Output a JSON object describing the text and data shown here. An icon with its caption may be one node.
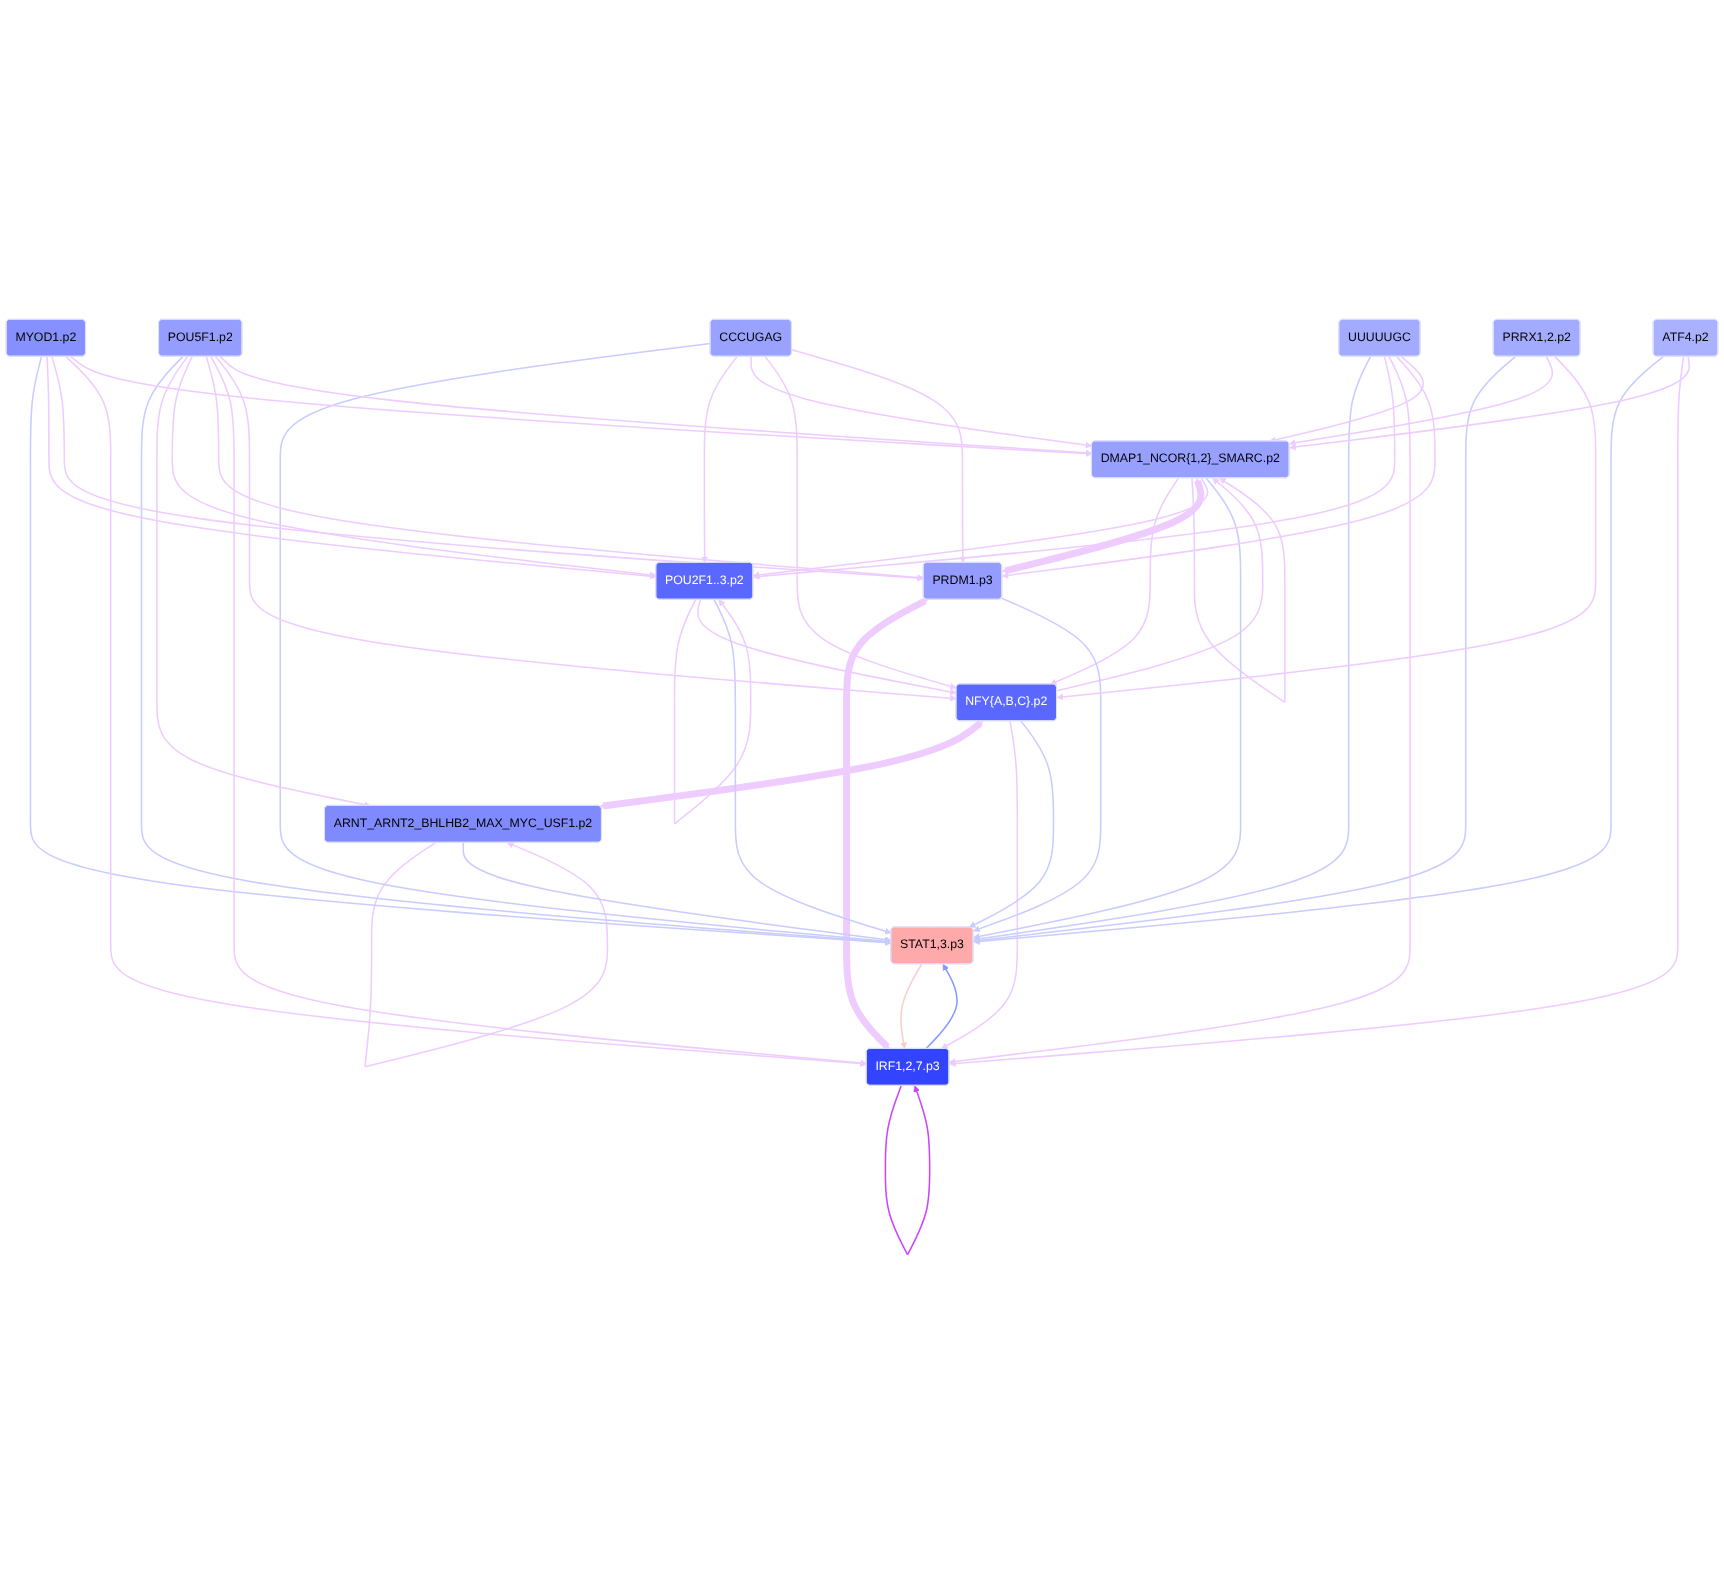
{
  "diagram": {
    "nodes": [
      {
        "text": [
          "NFY{A,B,C}.p2"
        ]
      },
      {
        "text": [
          "DMAP1_NCOR{1,2}_SMARC.p2"
        ]
      },
      {
        "text": [
          "ARNT_ARNT2_BHLHB2_MAX_MYC_USF1.p2"
        ]
      },
      {
        "text": [
          "PRDM1.p3"
        ]
      },
      {
        "text": [
          "POU2F1..3.p2"
        ]
      },
      {
        "text": [
          "IRF1,2,7.p3"
        ]
      },
      {
        "text": [
          "STAT1,3.p3"
        ]
      },
      {
        "text": [
          "MYOD1.p2"
        ]
      },
      {
        "text": [
          "ATF4.p2"
        ]
      },
      {
        "text": [
          "POU5F1.p2"
        ]
      },
      {
        "text": [
          "UUUUUGC"
        ]
      },
      {
        "text": [
          "CCCUGAG"
        ]
      },
      {
        "text": [
          "PRRX1,2.p2"
        ]
      }
    ],
    "edges": [
      {
        "from": 1,
        "to": 0,
        "arrow": "to"
      },
      {
        "from": 0,
        "to": 1,
        "arrow": "to"
      },
      {
        "from": 1,
        "to": 1,
        "arrow": "to"
      },
      {
        "from": 0,
        "to": 2,
        "arrow": "both",
        "style": "thick"
      },
      {
        "from": 2,
        "to": 2,
        "arrow": "to"
      },
      {
        "from": 1,
        "to": 3,
        "arrow": "both",
        "style": "thick"
      },
      {
        "from": 3,
        "to": 5,
        "arrow": "both",
        "style": "thick"
      },
      {
        "from": 4,
        "to": 4,
        "arrow": "to"
      },
      {
        "from": 5,
        "to": 5,
        "arrow": "to",
        "color": "#cc44ff"
      },
      {
        "from": 1,
        "to": 4,
        "arrow": "to"
      },
      {
        "from": 4,
        "to": 0,
        "arrow": "to"
      },
      {
        "from": 0,
        "to": 5,
        "arrow": "to"
      },
      {
        "from": 5,
        "to": 6,
        "arrow": "to",
        "color": "#8899ff"
      },
      {
        "from": 6,
        "to": 5,
        "arrow": "to",
        "color": "#ffcccc"
      },
      {
        "from": 2,
        "to": 6,
        "arrow": "to",
        "color": "#c8ccff"
      },
      {
        "from": 0,
        "to": 6,
        "arrow": "to",
        "color": "#c8ccff"
      },
      {
        "from": 1,
        "to": 6,
        "arrow": "to",
        "color": "#c8ccff"
      },
      {
        "from": 3,
        "to": 6,
        "arrow": "to",
        "color": "#c8ccff"
      },
      {
        "from": 4,
        "to": 6,
        "arrow": "to",
        "color": "#c8ccff"
      },
      {
        "from": 7,
        "to": 6,
        "arrow": "to",
        "color": "#c8ccff"
      },
      {
        "from": 8,
        "to": 6,
        "arrow": "to",
        "color": "#c8ccff"
      },
      {
        "from": 9,
        "to": 6,
        "arrow": "to",
        "color": "#c8ccff"
      },
      {
        "from": 10,
        "to": 6,
        "arrow": "to",
        "color": "#c8ccff"
      },
      {
        "from": 11,
        "to": 6,
        "arrow": "to",
        "color": "#c8ccff"
      },
      {
        "from": 12,
        "to": 6,
        "arrow": "to",
        "color": "#c8ccff"
      },
      {
        "from": 9,
        "to": 2,
        "arrow": "to"
      },
      {
        "from": 7,
        "to": 4,
        "arrow": "to"
      },
      {
        "from": 9,
        "to": 4,
        "arrow": "to"
      },
      {
        "from": 11,
        "to": 4,
        "arrow": "to"
      },
      {
        "from": 10,
        "to": 4,
        "arrow": "to"
      },
      {
        "from": 7,
        "to": 3,
        "arrow": "to"
      },
      {
        "from": 9,
        "to": 3,
        "arrow": "to"
      },
      {
        "from": 7,
        "to": 5,
        "arrow": "to"
      },
      {
        "from": 9,
        "to": 5,
        "arrow": "to"
      },
      {
        "from": 8,
        "to": 5,
        "arrow": "to"
      },
      {
        "from": 10,
        "to": 5,
        "arrow": "to"
      },
      {
        "from": 10,
        "to": 3,
        "arrow": "to"
      },
      {
        "from": 10,
        "to": 1,
        "arrow": "to"
      },
      {
        "from": 12,
        "to": 1,
        "arrow": "to"
      },
      {
        "from": 12,
        "to": 0,
        "arrow": "to"
      },
      {
        "from": 11,
        "to": 1,
        "arrow": "to"
      },
      {
        "from": 11,
        "to": 0,
        "arrow": "to"
      },
      {
        "from": 11,
        "to": 3,
        "arrow": "to"
      },
      {
        "from": 9,
        "to": 0,
        "arrow": "to"
      },
      {
        "from": 9,
        "to": 1,
        "arrow": "to"
      },
      {
        "from": 7,
        "to": 1,
        "arrow": "to"
      },
      {
        "from": 8,
        "to": 1,
        "arrow": "to"
      }
    ]
  }
}
